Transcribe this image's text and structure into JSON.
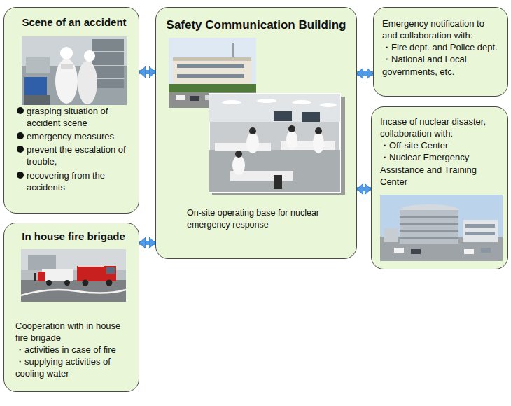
{
  "diagram": {
    "nodes": [
      {
        "text": [
          "Scene of an accident",
          "grasping situation of accident scene",
          "emergency measures",
          "prevent the escalation of trouble,",
          "recovering from the accidents"
        ]
      },
      {
        "text": [
          "Safety Communication Building",
          "On-site operating base for nuclear emergency response"
        ]
      },
      {
        "text": [
          "Emergency notification to and collaboration with:",
          "・Fire dept. and Police dept.",
          "・National and Local governments, etc."
        ]
      },
      {
        "text": [
          "In house fire brigade",
          "Cooperation with in house fire brigade",
          "・activities in case of fire",
          "・supplying activities of cooling water"
        ]
      },
      {
        "text": [
          "Incase of nuclear disaster, collaboration with:",
          "・Off-site Center",
          "・Nuclear Emergency Assistance and Training Center"
        ]
      }
    ],
    "edges": [
      {
        "from": 0,
        "to": 1,
        "arrow": "both"
      },
      {
        "from": 3,
        "to": 1,
        "arrow": "both"
      },
      {
        "from": 1,
        "to": 2,
        "arrow": "both"
      },
      {
        "from": 1,
        "to": 4,
        "arrow": "both"
      }
    ]
  }
}
